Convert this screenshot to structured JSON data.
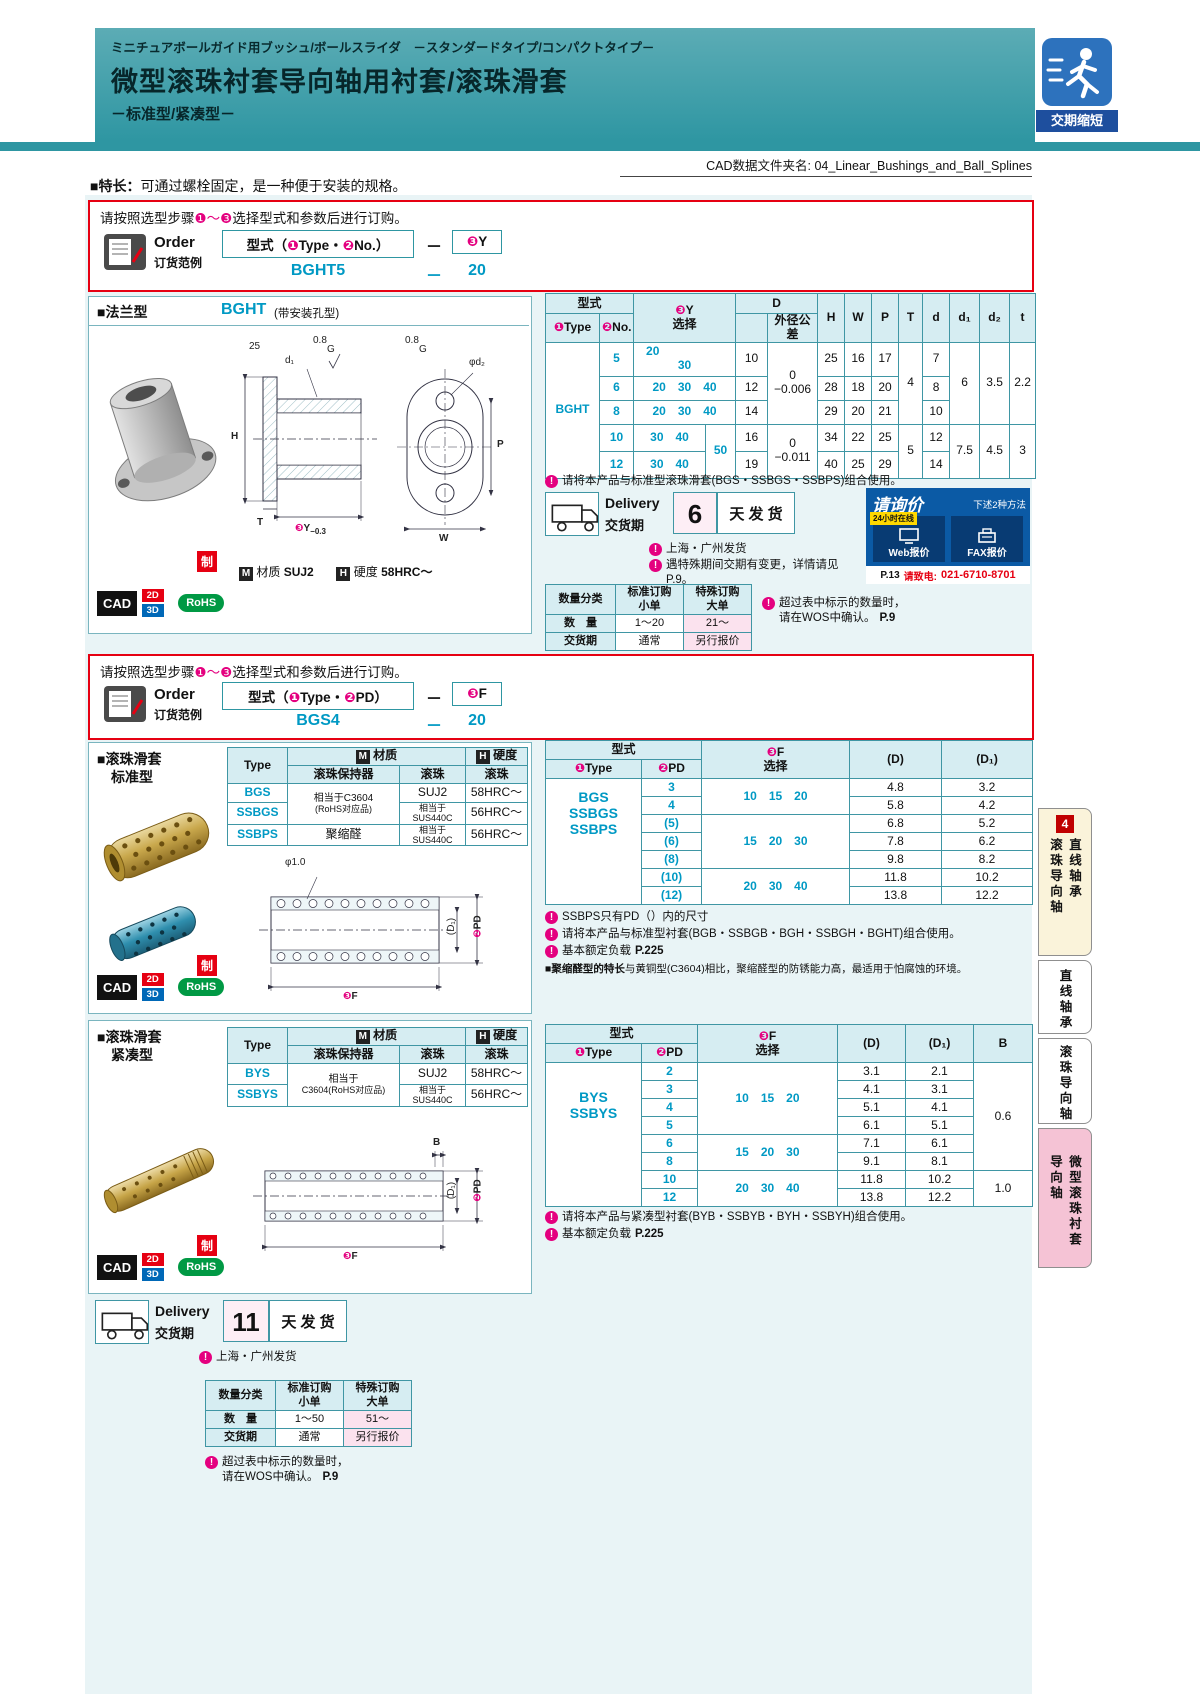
{
  "theme": {
    "teal": "#2e96a2",
    "tealLight": "#d6edf2",
    "tint": "#e9f4f6",
    "magenta": "#e4007f",
    "cyan": "#0099c4",
    "red": "#e60012",
    "navy": "#0b5aa5",
    "navyDark": "#083b73",
    "green": "#009944",
    "pink": "#fbe2ee",
    "yellow": "#ffd800",
    "border": "#3f96a4"
  },
  "header": {
    "jp_line": "ミニチュアボールガイド用ブッシュ/ボールスライダ　－スタンダードタイプ/コンパクトタイプ－",
    "title": "微型滚珠衬套导向轴用衬套/滚珠滑套",
    "subtitle": "－标准型/紧凑型－",
    "del_badge": "交期缩短",
    "cad_folder": "CAD数据文件夹名: 04_Linear_Bushings_and_Ball_Splines",
    "feature_lead": "■特长：",
    "feature_body": "可通过螺栓固定，是一种便于安装的规格。"
  },
  "order1": {
    "instr_pre": "请按照选型步骤",
    "instr_range": "❶～❸",
    "instr_post": "选择型式和参数后进行订购。",
    "order_en": "Order",
    "order_cn": "订货范例",
    "f_pre": "型式（",
    "n1": "❶",
    "f_t1": "Type・",
    "n2": "❷",
    "f_t2": "No.",
    "f_close": "）",
    "dash": "－",
    "n3": "❸",
    "f_t3": "Y",
    "ex_model": "BGHT5",
    "ex_dash": "－",
    "ex_val": "20"
  },
  "order2": {
    "instr_pre": "请按照选型步骤",
    "instr_range": "❶～❸",
    "instr_post": "选择型式和参数后进行订购。",
    "order_en": "Order",
    "order_cn": "订货范例",
    "f_pre": "型式（",
    "n1": "❶",
    "f_t1": "Type・",
    "n2": "❷",
    "f_t2": "PD",
    "f_close": "）",
    "dash": "－",
    "n3": "❸",
    "f_t3": "F",
    "ex_model": "BGS4",
    "ex_dash": "－",
    "ex_val": "20"
  },
  "flange": {
    "title": "■法兰型",
    "model": "BGHT",
    "model_note": "(带安装孔型)",
    "lbl": {
      "n25": "25",
      "r08a": "0.8",
      "g1": "G",
      "r08b": "0.8",
      "g2": "G",
      "d1": "d₁",
      "H": "H",
      "T": "T",
      "y_n": "❸",
      "y": "Y",
      "y_tol": "−0.3",
      "P": "P",
      "W": "W",
      "phid2": "φd₂"
    },
    "m": "M",
    "mat_label": "材质",
    "mat_val": "SUJ2",
    "h": "H",
    "hard_label": "硬度",
    "hard_val": "58HRC～"
  },
  "badges": {
    "cad": "CAD",
    "b2d": "2D",
    "b3d": "3D",
    "rohs": "RoHS",
    "made": "制"
  },
  "t1": {
    "h_model": "型式",
    "n1": "❶",
    "h_type": "Type",
    "n2": "❷",
    "h_no": "No.",
    "n3": "❸",
    "h_y": "Y",
    "h_sel": "选择",
    "h_D": "D",
    "h_tol": "外径公差",
    "h_H": "H",
    "h_W": "W",
    "h_P": "P",
    "h_T": "T",
    "h_d": "d",
    "h_d1": "d₁",
    "h_d2": "d₂",
    "h_t": "t",
    "model": "BGHT",
    "r0": {
      "no": "5",
      "ya": "20",
      "yb": "30",
      "D": "10",
      "H": "25",
      "W": "16",
      "P": "17",
      "d": "7"
    },
    "r1": {
      "no": "6",
      "y": "20　30　40",
      "D": "12",
      "H": "28",
      "W": "18",
      "P": "20",
      "d": "8"
    },
    "r2": {
      "no": "8",
      "y": "20　30　40",
      "D": "14",
      "H": "29",
      "W": "20",
      "P": "21",
      "d": "10"
    },
    "r3": {
      "no": "10",
      "y": "30　40",
      "D": "16",
      "H": "34",
      "W": "22",
      "P": "25",
      "d": "12"
    },
    "r4": {
      "no": "12",
      "y": "30　40",
      "D": "19",
      "H": "40",
      "W": "25",
      "P": "29",
      "d": "14"
    },
    "y50": "50",
    "tolA1": "0",
    "tolA2": "−0.006",
    "tolB1": "0",
    "tolB2": "−0.011",
    "TA": "4",
    "TB": "5",
    "d1A": "6",
    "d1B": "7.5",
    "d2A": "3.5",
    "d2B": "4.5",
    "tA": "2.2",
    "tB": "3",
    "note": "请将本产品与标准型滚珠滑套(BGS・SSBGS・SSBPS)组合使用。"
  },
  "delivery1": {
    "en": "Delivery",
    "cn": "交货期",
    "days": "6",
    "unit": "天 发 货",
    "ship": "上海・广州发货",
    "special": "遇特殊期间交期有变更，详情请见 P.9。"
  },
  "inquiry": {
    "title": "请询价",
    "subtitle": "下述2种方法",
    "tag": "24小时在线",
    "web": "Web报价",
    "fax": "FAX报价",
    "page": "P.13",
    "tel_label": "请致电:",
    "tel": "021-6710-8701"
  },
  "qtyh": {
    "cls": "数量分类",
    "std1": "标准订购",
    "std2": "小单",
    "sp1": "特殊订购",
    "sp2": "大单",
    "qty": "数　量",
    "lead": "交货期",
    "normal": "通常",
    "quote": "另行报价"
  },
  "qty1": {
    "std": "1～20",
    "sp": "21～"
  },
  "qty2": {
    "std": "1～50",
    "sp": "51～"
  },
  "wos": {
    "l1": "超过表中标示的数量时，",
    "l2": "请在WOS中确认。",
    "ref": "P.9"
  },
  "mth": {
    "type": "Type",
    "m": "M",
    "mat": "材质",
    "h": "H",
    "hard": "硬度",
    "ret": "滚珠保持器",
    "ball": "滚珠"
  },
  "std": {
    "title1": "■滚珠滑套",
    "title2": "标准型",
    "mt": {
      "bgs": "BGS",
      "ssbgs": "SSBGS",
      "ssbps": "SSBPS",
      "retA1": "相当于C3604",
      "retA2": "(RoHS对应品)",
      "retB": "聚缩醛",
      "ballA": "SUJ2",
      "ballB": "相当于SUS440C",
      "ballC": "相当于SUS440C",
      "hardA": "58HRC～",
      "hardB": "56HRC～",
      "hardC": "56HRC～"
    },
    "drw": {
      "phi": "φ1.0",
      "d1": "(D₁)",
      "pdn": "❷",
      "pd": "PD",
      "fn": "❸",
      "f": "F"
    }
  },
  "t2": {
    "h_model": "型式",
    "n1": "❶",
    "h_type": "Type",
    "n2": "❷",
    "h_pd": "PD",
    "n3": "❸",
    "h_f": "F",
    "h_sel": "选择",
    "h_D": "(D)",
    "h_D1": "(D₁)",
    "m1": "BGS",
    "m2": "SSBGS",
    "m3": "SSBPS",
    "r0": {
      "pd": "3",
      "D": "4.8",
      "D1": "3.2"
    },
    "r1": {
      "pd": "4",
      "D": "5.8",
      "D1": "4.2"
    },
    "r2": {
      "pd": "(5)",
      "D": "6.8",
      "D1": "5.2"
    },
    "r3": {
      "pd": "(6)",
      "D": "7.8",
      "D1": "6.2"
    },
    "r4": {
      "pd": "(8)",
      "D": "9.8",
      "D1": "8.2"
    },
    "r5": {
      "pd": "(10)",
      "D": "11.8",
      "D1": "10.2"
    },
    "r6": {
      "pd": "(12)",
      "D": "13.8",
      "D1": "12.2"
    },
    "fA": "10　15　20",
    "fB": "15　20　30",
    "fC": "20　30　40",
    "note1": "SSBPS只有PD（）内的尺寸",
    "note2": "请将本产品与标准型衬套(BGB・SSBGB・BGH・SSBGH・BGHT)组合使用。",
    "note3": "基本额定负载",
    "note3_ref": "P.225",
    "poly_lead": "■聚缩醛型的特长",
    "poly_body": "与黄铜型(C3604)相比，聚缩醛型的防锈能力高，最适用于怕腐蚀的环境。"
  },
  "cpt": {
    "title1": "■滚珠滑套",
    "title2": "紧凑型",
    "mt": {
      "bys": "BYS",
      "ssbys": "SSBYS",
      "retA1": "相当于",
      "retA2": "C3604(RoHS对应品)",
      "ballA": "SUJ2",
      "ballB": "相当于SUS440C",
      "hardA": "58HRC～",
      "hardB": "56HRC～"
    },
    "drw": {
      "b": "B",
      "d1": "(D₁)",
      "pdn": "❷",
      "pd": "PD",
      "fn": "❸",
      "f": "F"
    }
  },
  "t3": {
    "h_model": "型式",
    "n1": "❶",
    "h_type": "Type",
    "n2": "❷",
    "h_pd": "PD",
    "n3": "❸",
    "h_f": "F",
    "h_sel": "选择",
    "h_D": "(D)",
    "h_D1": "(D₁)",
    "h_B": "B",
    "m1": "BYS",
    "m2": "SSBYS",
    "r0": {
      "pd": "2",
      "D": "3.1",
      "D1": "2.1"
    },
    "r1": {
      "pd": "3",
      "D": "4.1",
      "D1": "3.1"
    },
    "r2": {
      "pd": "4",
      "D": "5.1",
      "D1": "4.1"
    },
    "r3": {
      "pd": "5",
      "D": "6.1",
      "D1": "5.1"
    },
    "r4": {
      "pd": "6",
      "D": "7.1",
      "D1": "6.1"
    },
    "r5": {
      "pd": "8",
      "D": "9.1",
      "D1": "8.1"
    },
    "r6": {
      "pd": "10",
      "D": "11.8",
      "D1": "10.2"
    },
    "r7": {
      "pd": "12",
      "D": "13.8",
      "D1": "12.2"
    },
    "fA": "10　15　20",
    "fB": "15　20　30",
    "fC": "20　30　40",
    "BA": "0.6",
    "BB": "1.0",
    "note1": "请将本产品与紧凑型衬套(BYB・SSBYB・BYH・SSBYH)组合使用。",
    "note2": "基本额定负载",
    "note2_ref": "P.225"
  },
  "delivery2": {
    "en": "Delivery",
    "cn": "交货期",
    "days": "11",
    "unit": "天 发 货",
    "ship": "上海・广州发货"
  },
  "sidebar": {
    "num": "4",
    "tab1a": "直线轴承",
    "tab1b": "滚珠导向轴",
    "tab2": "直线轴承",
    "tab3": "滚珠导向轴",
    "tab4a": "微型滚珠衬套",
    "tab4b": "导向轴"
  }
}
